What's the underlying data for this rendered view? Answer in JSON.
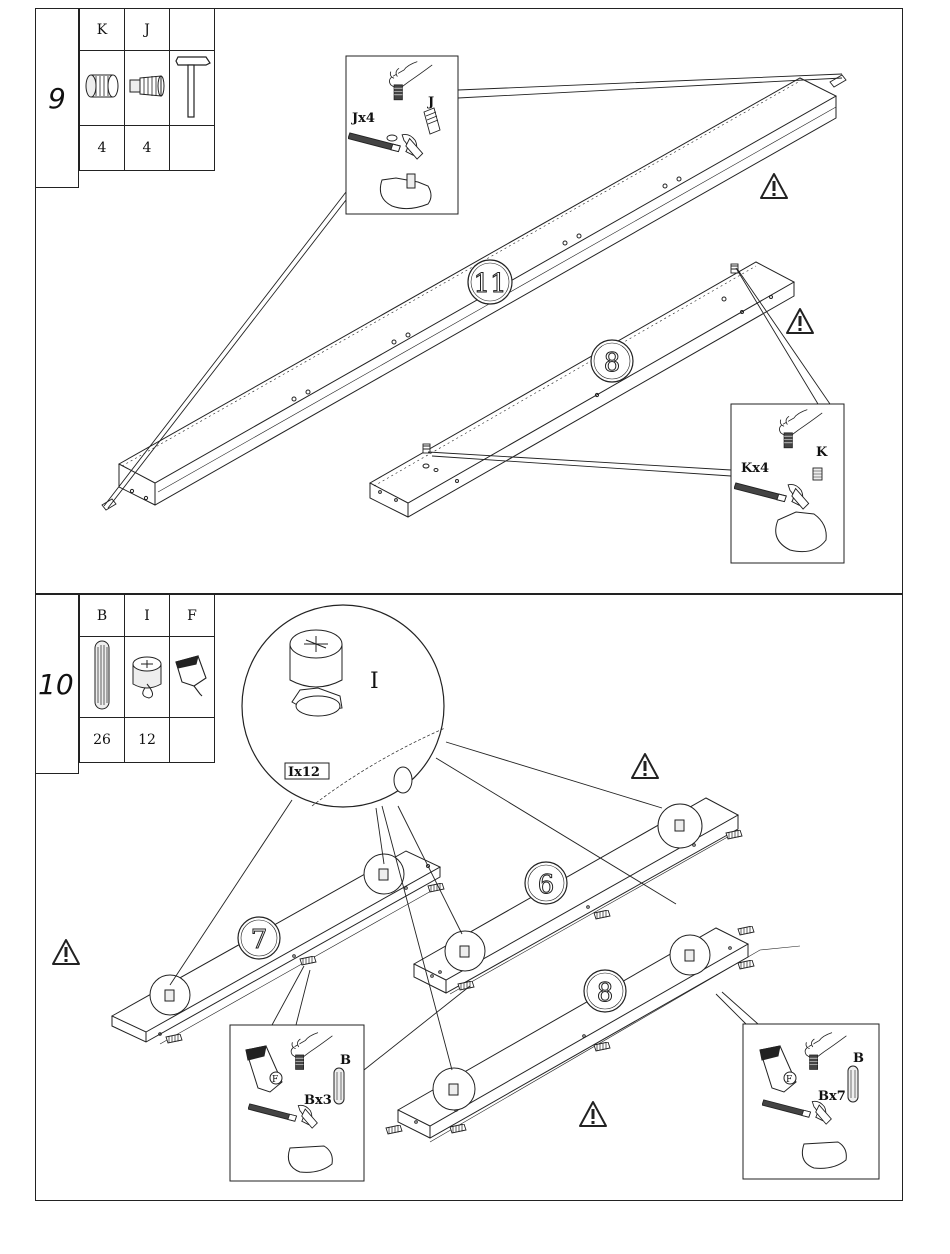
{
  "step9": {
    "number": "9",
    "parts": [
      {
        "code": "K",
        "qty": "4",
        "icon": "cam-bolt-sleeve-icon"
      },
      {
        "code": "J",
        "qty": "4",
        "icon": "threaded-insert-icon"
      },
      {
        "code": "",
        "qty": "",
        "icon": "hammer-icon"
      }
    ],
    "panels": [
      "11",
      "8"
    ],
    "detail_left": {
      "count_label": "Jx4",
      "part_label": "J"
    },
    "detail_right": {
      "count_label": "Kx4",
      "part_label": "K"
    }
  },
  "step10": {
    "number": "10",
    "parts": [
      {
        "code": "B",
        "qty": "26",
        "icon": "wooden-dowel-icon"
      },
      {
        "code": "I",
        "qty": "12",
        "icon": "cam-lock-icon"
      },
      {
        "code": "F",
        "qty": "",
        "icon": "glue-bottle-icon"
      }
    ],
    "panels": [
      "7",
      "6",
      "8"
    ],
    "zoom": {
      "part_label": "I",
      "count_label": "Ix12"
    },
    "detail_left": {
      "count_label": "Bx3",
      "part_label": "B",
      "glue_label": "F"
    },
    "detail_right": {
      "count_label": "Bx7",
      "part_label": "B",
      "glue_label": "F"
    }
  },
  "colors": {
    "line": "#222222",
    "background": "#ffffff"
  }
}
